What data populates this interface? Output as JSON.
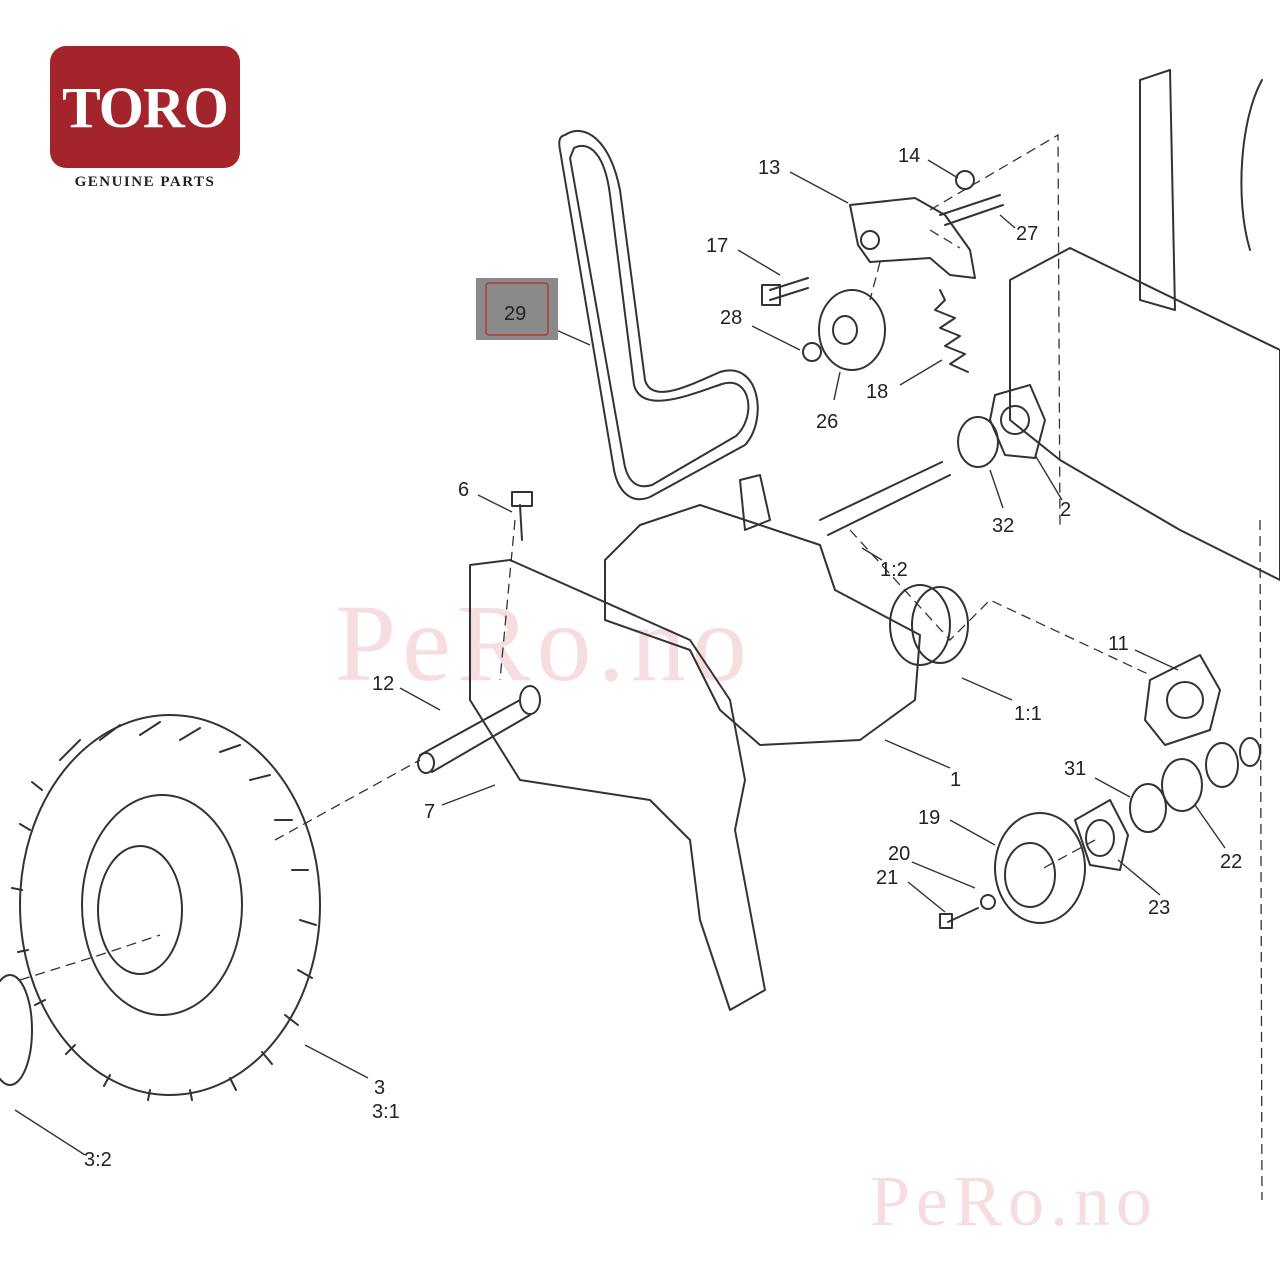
{
  "logo": {
    "brand": "TORO",
    "registered": "®",
    "tagline": "GENUINE PARTS"
  },
  "watermarks": [
    "PeRo.no",
    "PeRo.no"
  ],
  "highlighted_part": "29",
  "callouts": [
    "29",
    "13",
    "14",
    "27",
    "17",
    "28",
    "26",
    "18",
    "2",
    "32",
    "6",
    "1:2",
    "11",
    "12",
    "1:1",
    "1",
    "7",
    "31",
    "19",
    "20",
    "21",
    "22",
    "23",
    "3",
    "3:1",
    "3:2"
  ],
  "colors": {
    "logo_bg": "#a3252b",
    "highlight_bg": "#8a8a8a",
    "highlight_border": "#b03a3a",
    "line": "#333333"
  }
}
